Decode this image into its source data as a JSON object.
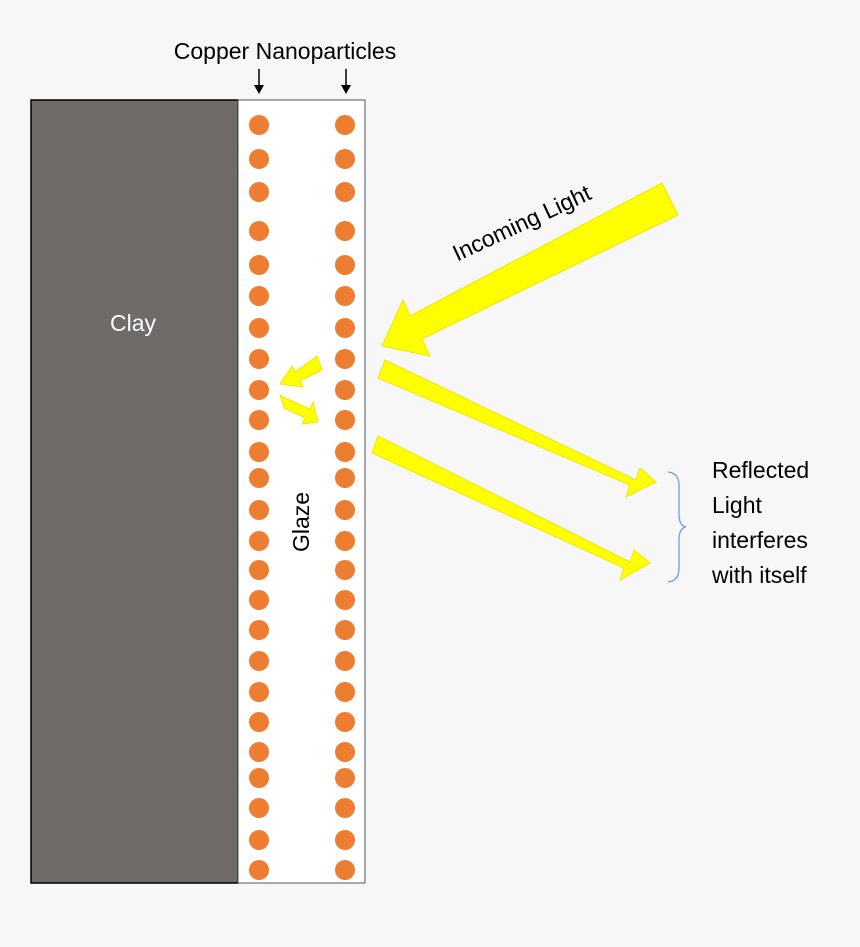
{
  "labels": {
    "nanoparticles": "Copper Nanoparticles",
    "clay": "Clay",
    "glaze": "Glaze",
    "incoming_light": "Incoming Light",
    "reflected": [
      "Reflected",
      "Light",
      "interferes",
      "with itself"
    ]
  },
  "colors": {
    "background": "#f7f7f7",
    "clay": "#6f6b69",
    "glaze": "#ffffff",
    "particle": "#ed7d31",
    "light": "#ffff00",
    "light_outline": "#f2e600",
    "brace": "#6f9fd8",
    "text_on_clay": "#ffffff"
  },
  "icons": {
    "pointer_arrows": "down-arrow-icon",
    "incoming_light": "wide-arrow-icon",
    "reflected_light": "wide-arrow-icon",
    "group_marker": "curly-brace-icon"
  }
}
